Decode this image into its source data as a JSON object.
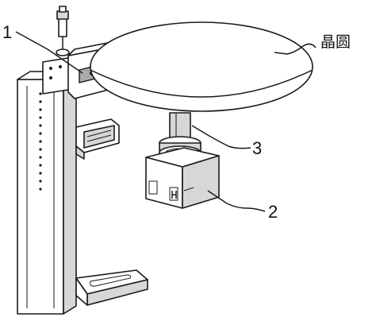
{
  "labels": {
    "label_1": "1",
    "label_2": "2",
    "label_3": "3",
    "wafer": "晶圆"
  }
}
